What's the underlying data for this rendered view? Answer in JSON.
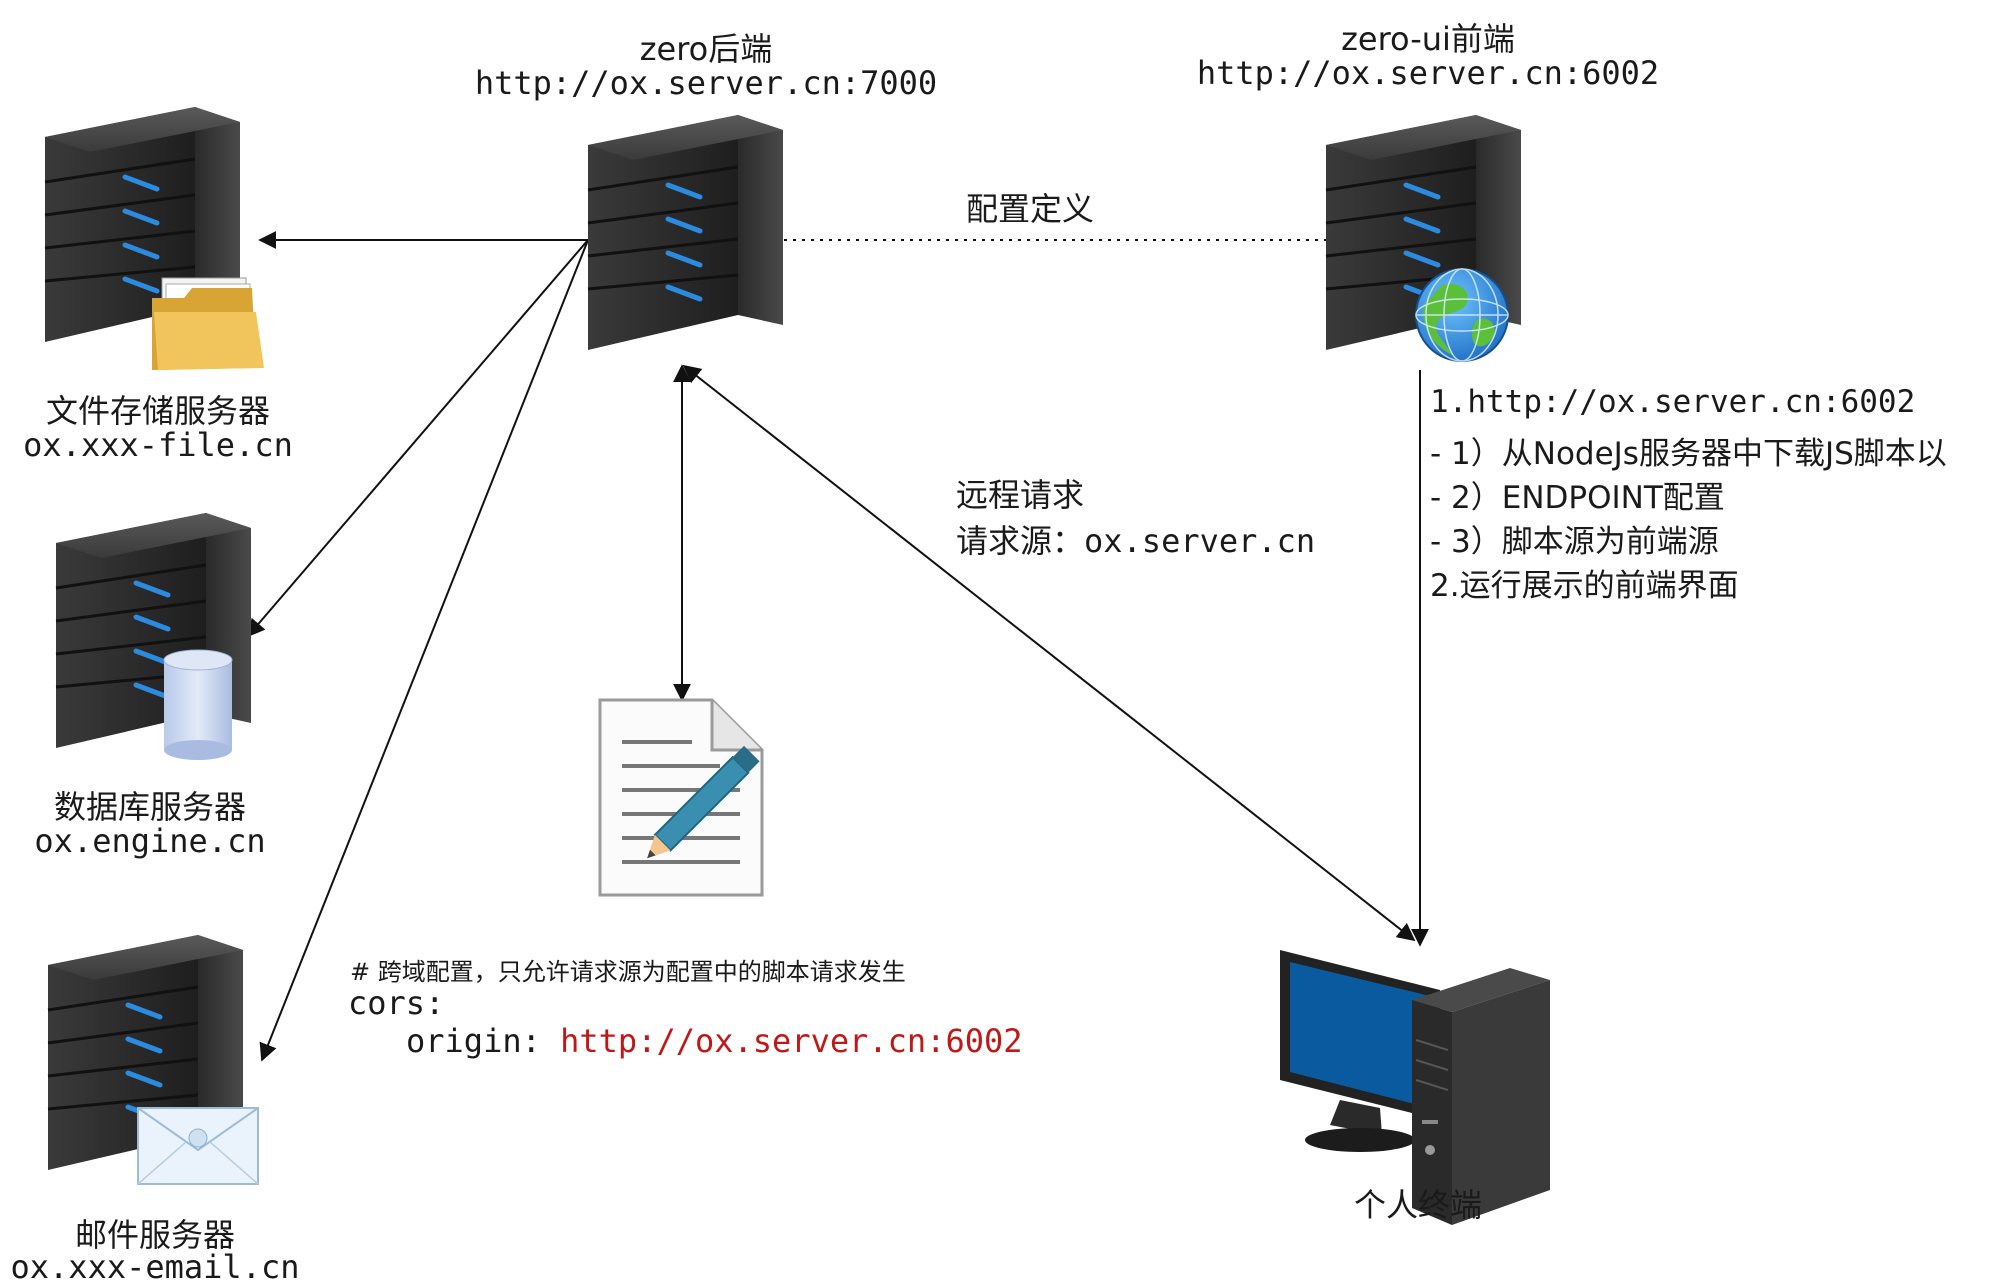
{
  "backend": {
    "title": "zero后端",
    "url": "http://ox.server.cn:7000"
  },
  "frontend": {
    "title": "zero-ui前端",
    "url": "http://ox.server.cn:6002"
  },
  "file_server": {
    "name": "文件存储服务器",
    "host": "ox.xxx-file.cn"
  },
  "db_server": {
    "name": "数据库服务器",
    "host": "ox.engine.cn"
  },
  "mail_server": {
    "name": "邮件服务器",
    "host": "ox.xxx-email.cn"
  },
  "terminal": {
    "name": "个人终端"
  },
  "edges": {
    "config_def": "配置定义",
    "remote_request": "远程请求",
    "request_origin": "请求源：ox.server.cn"
  },
  "steps": [
    "1.http://ox.server.cn:6002",
    "- 1）从NodeJs服务器中下载JS脚本以",
    "- 2）ENDPOINT配置",
    "- 3）脚本源为前端源",
    "2.运行展示的前端界面"
  ],
  "cors_config": {
    "comment": "# 跨域配置，只允许请求源为配置中的脚本请求发生",
    "key": "cors:",
    "origin_key": "origin: ",
    "origin_value": "http://ox.server.cn:6002"
  },
  "colors": {
    "server_body": "#2f2f2f",
    "server_led": "#2a8be0",
    "folder": "#e8b84a",
    "monitor_screen": "#0a5aa0",
    "code_origin": "#c01818"
  },
  "icons": [
    "server-icon",
    "folder-icon",
    "database-icon",
    "mail-icon",
    "globe-icon",
    "document-edit-icon",
    "desktop-computer-icon"
  ]
}
